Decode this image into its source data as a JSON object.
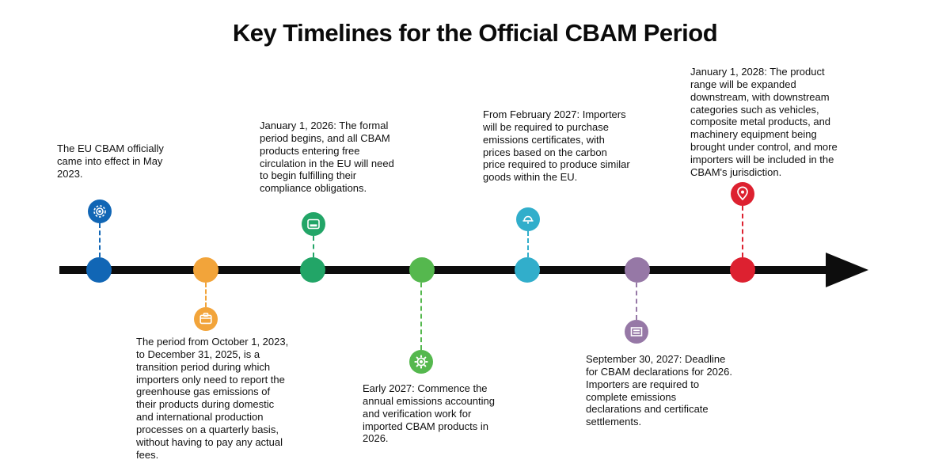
{
  "title": "Key Timelines for the Official CBAM Period",
  "timeline": {
    "line_color": "#0d0d0d"
  },
  "milestones": [
    {
      "icon": "target-icon",
      "color": "#1166b5",
      "side": "above",
      "text": "The EU CBAM officially came into effect in May 2023."
    },
    {
      "icon": "briefcase-icon",
      "color": "#f2a43a",
      "side": "below",
      "text": "The period from October 1, 2023, to December 31, 2025, is a transition period during which importers only need to report the greenhouse gas emissions of their products during domestic and international production processes on a quarterly basis, without having to pay any actual fees."
    },
    {
      "icon": "card-icon",
      "color": "#22a567",
      "side": "above",
      "text": "January 1, 2026: The formal period begins, and all CBAM products entering free circulation in the EU will need to begin fulfilling their compliance obligations."
    },
    {
      "icon": "gear-icon",
      "color": "#55b84e",
      "side": "below",
      "text": "Early 2027: Commence the annual emissions accounting and verification work for imported CBAM products in 2026."
    },
    {
      "icon": "bell-icon",
      "color": "#31aecb",
      "side": "above",
      "text": "From February 2027: Importers will be required to purchase emissions certificates, with prices based on the carbon price required to produce similar goods within the EU."
    },
    {
      "icon": "document-list-icon",
      "color": "#9678a6",
      "side": "below",
      "text": "September 30, 2027: Deadline for CBAM declarations for 2026. Importers are required to complete emissions declarations and certificate settlements."
    },
    {
      "icon": "map-pin-icon",
      "color": "#dd2130",
      "side": "above",
      "text": "January 1, 2028: The product range will be expanded downstream, with downstream categories such as vehicles, composite metal products, and machinery equipment being brought under control, and more importers will be included in the CBAM's jurisdiction."
    }
  ]
}
